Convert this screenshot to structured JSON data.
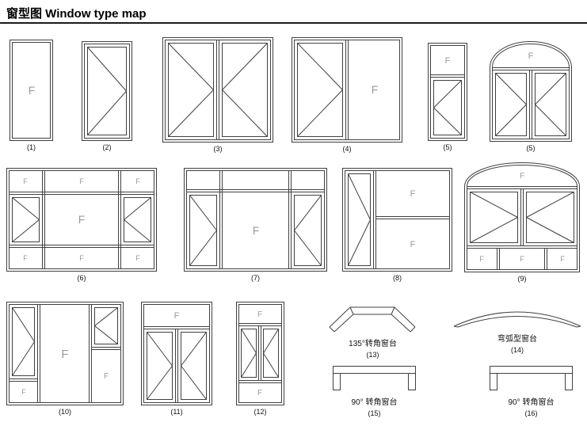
{
  "title": "窗型图 Window type map",
  "windows": {
    "w1": {
      "caption": "(1)",
      "panes": [
        "F"
      ]
    },
    "w2": {
      "caption": "(2)",
      "panes": []
    },
    "w3": {
      "caption": "(3)",
      "panes": []
    },
    "w4": {
      "caption": "(4)",
      "panes": [
        "F"
      ]
    },
    "w5": {
      "caption": "(5)",
      "panes": [
        "F"
      ]
    },
    "w5b": {
      "caption": "(5)",
      "panes": [
        "F"
      ]
    },
    "w6": {
      "caption": "(6)",
      "panes": [
        "F",
        "F",
        "F",
        "F",
        "F",
        "F",
        "F"
      ]
    },
    "w7": {
      "caption": "(7)",
      "panes": [
        "F"
      ]
    },
    "w8": {
      "caption": "(8)",
      "panes": [
        "F",
        "F"
      ]
    },
    "w9": {
      "caption": "(9)",
      "panes": [
        "F",
        "F",
        "F",
        "F"
      ]
    },
    "w10": {
      "caption": "(10)",
      "panes": [
        "F",
        "F",
        "F"
      ]
    },
    "w11": {
      "caption": "(11)",
      "panes": [
        "F"
      ]
    },
    "w12": {
      "caption": "(12)",
      "panes": [
        "F",
        "F"
      ]
    }
  },
  "sills": {
    "s13": {
      "name": "135°转角窗台",
      "caption": "(13)"
    },
    "s14": {
      "name": "弯弧型窗台",
      "caption": "(14)"
    },
    "s15": {
      "name": "90° 转角窗台",
      "caption": "(15)"
    },
    "s16": {
      "name": "90° 转角窗台",
      "caption": "(16)"
    }
  }
}
